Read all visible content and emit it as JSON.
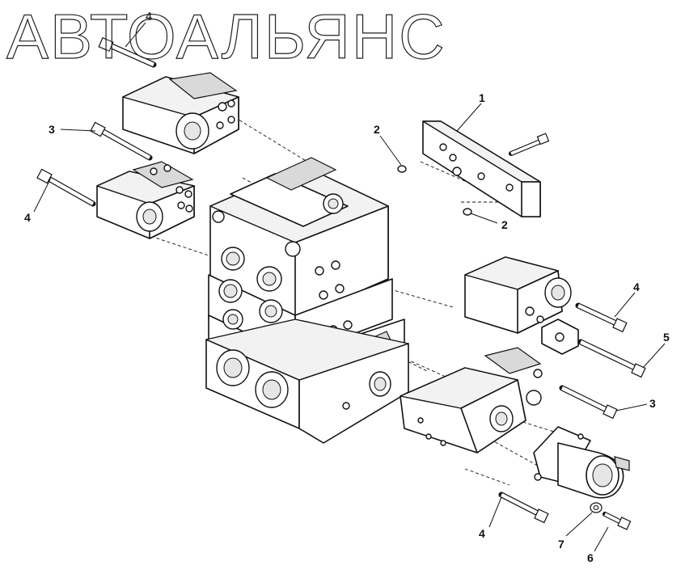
{
  "diagram": {
    "callouts": [
      {
        "id": "c4a",
        "label": "4"
      },
      {
        "id": "c3a",
        "label": "3"
      },
      {
        "id": "c4b",
        "label": "4"
      },
      {
        "id": "c2a",
        "label": "2"
      },
      {
        "id": "c1",
        "label": "1"
      },
      {
        "id": "c2b",
        "label": "2"
      },
      {
        "id": "c4c",
        "label": "4"
      },
      {
        "id": "c5",
        "label": "5"
      },
      {
        "id": "c3b",
        "label": "3"
      },
      {
        "id": "c4d",
        "label": "4"
      },
      {
        "id": "c7",
        "label": "7"
      },
      {
        "id": "c6",
        "label": "6"
      }
    ],
    "watermark": "АВТОАЛЬЯНС"
  }
}
